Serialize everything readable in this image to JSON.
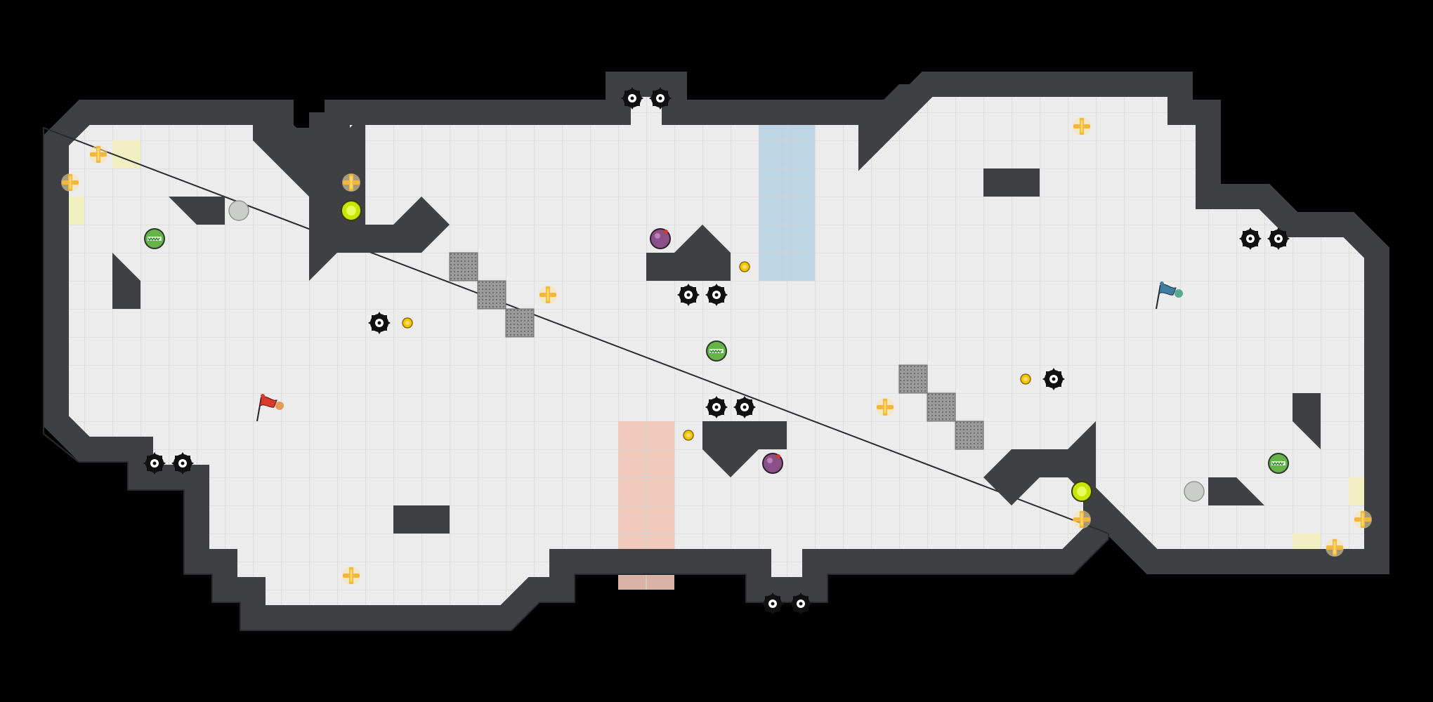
{
  "game": {
    "theme": {
      "background": "#000000",
      "floor": "#ececec",
      "grid": "#d6d6d6",
      "wall": "#3f4044",
      "wall_edge": "#2a2b2e",
      "blue_zone": "#b9d3e6",
      "red_zone": "#efc7b8",
      "yellow_tile": "#f1eec1",
      "grate": "#8f8f8f",
      "plus_pickup": "#f4b63b",
      "coin": "#f6c400",
      "lime_orb": "#c8e600",
      "green_token": "#67b34a",
      "purple_orb": "#8a4f86",
      "red_flag": "#d8392b",
      "blue_flag": "#3d7e9f",
      "saw": "#111111"
    },
    "legend": {
      "player_red": "red-flag",
      "player_blue": "blue-flag",
      "hazard": "saw-blade",
      "pickups": [
        "plus-pickup",
        "coin",
        "lime-orb",
        "green-token",
        "purple-orb"
      ]
    }
  }
}
